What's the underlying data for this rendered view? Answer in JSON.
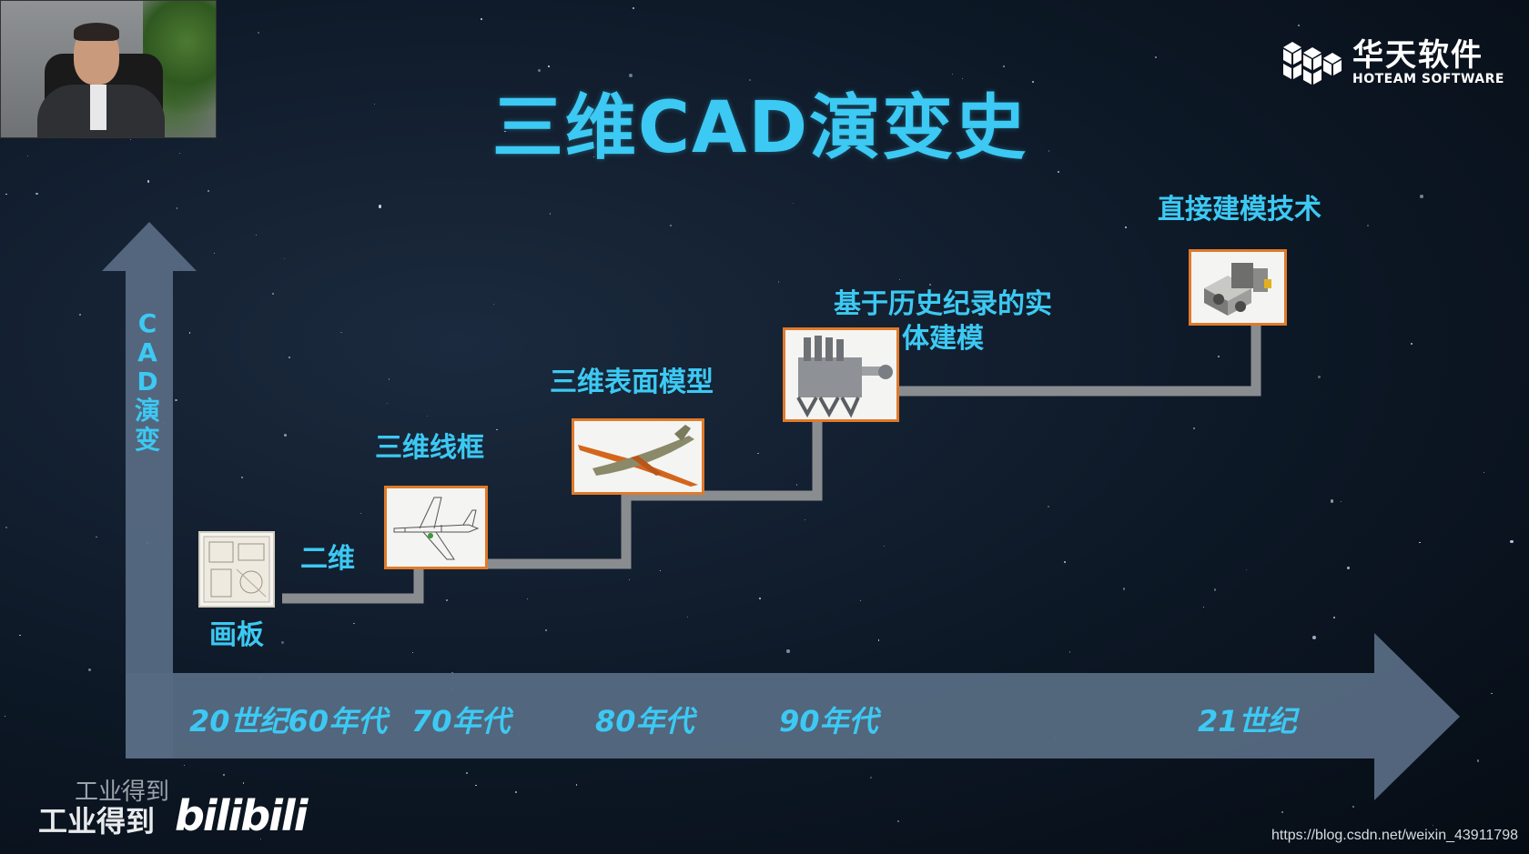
{
  "slide": {
    "title": "三维CAD演变史",
    "y_axis_label": [
      "C",
      "A",
      "D",
      "演",
      "变"
    ],
    "eras": [
      "20世纪60年代",
      "70年代",
      "80年代",
      "90年代",
      "21世纪"
    ],
    "stages": [
      {
        "label": "画板",
        "icon": "drawing-board-icon"
      },
      {
        "label": "二维",
        "icon": ""
      },
      {
        "label": "三维线框",
        "icon": "wireframe-airplane-icon"
      },
      {
        "label": "三维表面模型",
        "icon": "surface-airplane-icon"
      },
      {
        "label_line1": "基于历史纪录的实",
        "label_line2": "体建模",
        "icon": "engine-solid-model-icon"
      },
      {
        "label": "直接建模技术",
        "icon": "direct-model-part-icon"
      }
    ]
  },
  "logo": {
    "cn": "华天软件",
    "en": "HOTEAM SOFTWARE"
  },
  "watermark": {
    "channel_small": "工业得到",
    "channel": "工业得到",
    "platform": "bilibili"
  },
  "url": "https://blog.csdn.net/weixin_43911798",
  "colors": {
    "accent": "#3cc9f3",
    "arrow": "#566a82",
    "connector": "#8a8d90",
    "frame": "#e07a2a"
  }
}
